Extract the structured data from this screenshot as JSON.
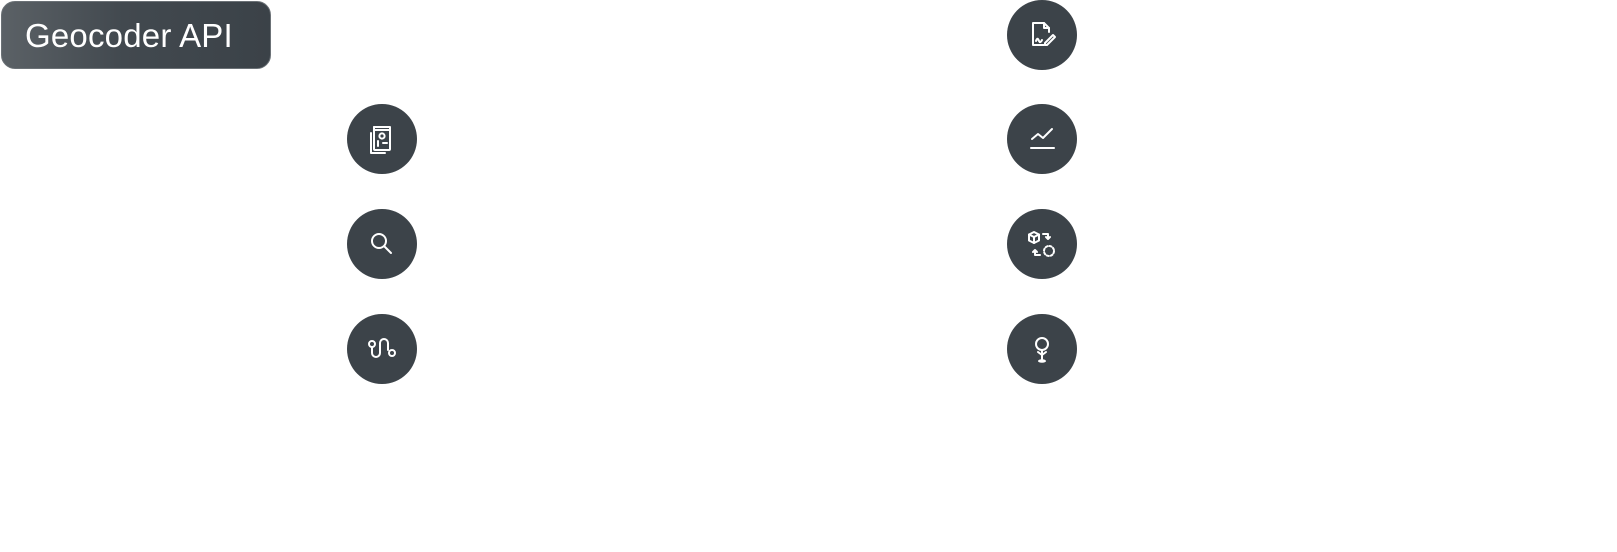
{
  "header": {
    "tag_label": "Geocoder API"
  },
  "colors": {
    "icon_background": "#3c4349",
    "icon_foreground": "#ffffff",
    "tag_background": "#42494f"
  },
  "icons": [
    {
      "id": "ic-1",
      "icon": "badge-id-icon"
    },
    {
      "id": "ic-2",
      "icon": "search-icon"
    },
    {
      "id": "ic-3",
      "icon": "route-icon"
    },
    {
      "id": "ic-4",
      "icon": "document-sign-icon"
    },
    {
      "id": "ic-5",
      "icon": "trend-chart-icon"
    },
    {
      "id": "ic-6",
      "icon": "data-transform-icon"
    },
    {
      "id": "ic-7",
      "icon": "location-pin-icon"
    }
  ]
}
